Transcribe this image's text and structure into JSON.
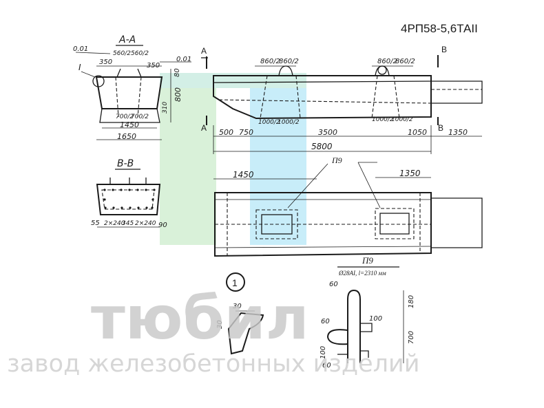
{
  "drawing": {
    "code": "4РП58-5,6ТАII",
    "colors": {
      "ink": "#1a1a1a",
      "wm_green": "#d6f0d6",
      "wm_blue": "#c6ecf8",
      "wm_gray": "#c9c9c9"
    }
  },
  "section_aa": {
    "title": "А-А",
    "marks": {
      "tol_left": "0.01",
      "tol_right": "0.01",
      "callout": "I"
    },
    "dims": {
      "d350_left": "350",
      "d560a": "560/2",
      "d560b": "560/2",
      "d350_right": "350",
      "d80": "80",
      "d800": "800",
      "d310": "310",
      "d700a": "700/2",
      "d700b": "700/2",
      "d1450": "1450",
      "d1650": "1650"
    }
  },
  "section_bb": {
    "title": "В-В",
    "dims": {
      "d55": "55",
      "d2x240a": "2×240",
      "d345": "345",
      "d2x240b": "2×240",
      "d90": "90"
    }
  },
  "elevation": {
    "cut_a_top": "А",
    "cut_a_bottom": "А",
    "cut_b_top": "В",
    "cut_b_bottom": "В",
    "dims": {
      "d860a": "860/2",
      "d860b": "860/2",
      "d860c": "860/2",
      "d860d": "860/2",
      "d1000a": "1000/2",
      "d1000b": "1000/2",
      "d1000c": "1000/2",
      "d1000d": "1000/2",
      "d500": "500",
      "d750": "750",
      "d3500": "3500",
      "d1050": "1050",
      "d1350": "1350",
      "d5800": "5800"
    }
  },
  "plan": {
    "label": "П9",
    "dims": {
      "d1450": "1450",
      "d1350": "1350"
    }
  },
  "detail_1": {
    "number": "1",
    "dims": {
      "d30a": "30",
      "d30b": "30"
    }
  },
  "loop_p9": {
    "title": "П9",
    "spec": "Ø28АI, l=2310 мм",
    "dims": {
      "d60_top": "60",
      "d180": "180",
      "d60_left": "60",
      "d100_right": "100",
      "d700": "700",
      "d100_left": "100",
      "d60_bottom": "60"
    }
  },
  "watermark": {
    "brand": "тюбил",
    "subtitle": "завод железобетонных изделий"
  }
}
